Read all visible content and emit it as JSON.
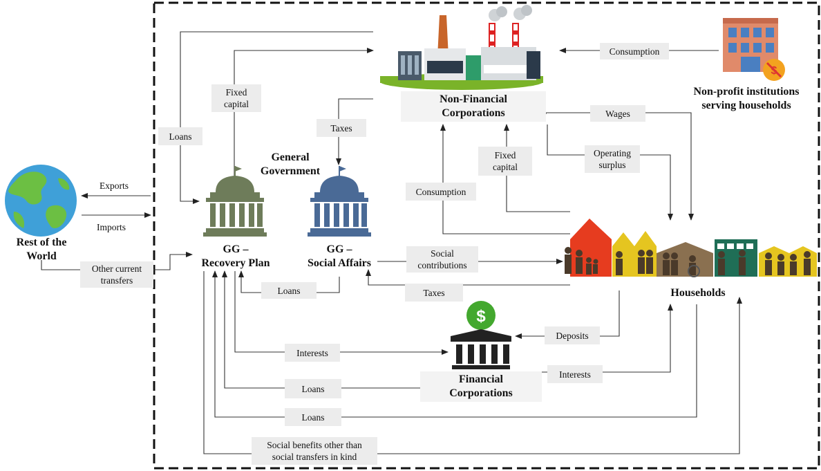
{
  "nodes": {
    "rest_of_world": [
      "Rest of the",
      "World"
    ],
    "nfc": [
      "Non-Financial",
      "Corporations"
    ],
    "npish": [
      "Non-profit institutions",
      "serving households"
    ],
    "general_government": [
      "General",
      "Government"
    ],
    "gg_recovery": [
      "GG –",
      "Recovery Plan"
    ],
    "gg_social": [
      "GG –",
      "Social Affairs"
    ],
    "households": "Households",
    "fc": [
      "Financial",
      "Corporations"
    ]
  },
  "flows": {
    "exports": "Exports",
    "imports": "Imports",
    "other_current_transfers": [
      "Other current",
      "transfers"
    ],
    "loans_row_gg": "Loans",
    "fixed_capital_gg": [
      "Fixed",
      "capital"
    ],
    "taxes_nfc_gg": "Taxes",
    "consumption_npish": "Consumption",
    "wages": "Wages",
    "operating_surplus": [
      "Operating",
      "surplus"
    ],
    "fixed_capital_hh": [
      "Fixed",
      "capital"
    ],
    "consumption_hh": "Consumption",
    "social_contributions": [
      "Social",
      "contributions"
    ],
    "taxes_hh": "Taxes",
    "loans_social_recovery": "Loans",
    "deposits": "Deposits",
    "interests_gg_fc": "Interests",
    "interests_fc_hh": "Interests",
    "loans_fc_gg": "Loans",
    "loans_gg_hh": "Loans",
    "social_benefits": [
      "Social benefits other than",
      "social transfers in kind"
    ]
  },
  "icons": {
    "globe": "globe-icon",
    "factory": "factory-icon",
    "npish_building": "npish-building-icon",
    "gg_recovery_building": "government-building-icon",
    "gg_social_building": "government-building-icon",
    "households_group": "houses-people-icon",
    "bank": "bank-icon"
  },
  "colors": {
    "border": "#111111",
    "label_bg": "#ececec",
    "arrow": "#333333",
    "gg_recovery": "#6e7c5a",
    "gg_social": "#4a6a96",
    "bank": "#222222",
    "dollar": "#43a82e",
    "globe_water": "#3fa0d8",
    "globe_land": "#6cbf43",
    "house_red": "#e63c1f",
    "house_yellow": "#e5c520",
    "house_green": "#1f6e56"
  }
}
